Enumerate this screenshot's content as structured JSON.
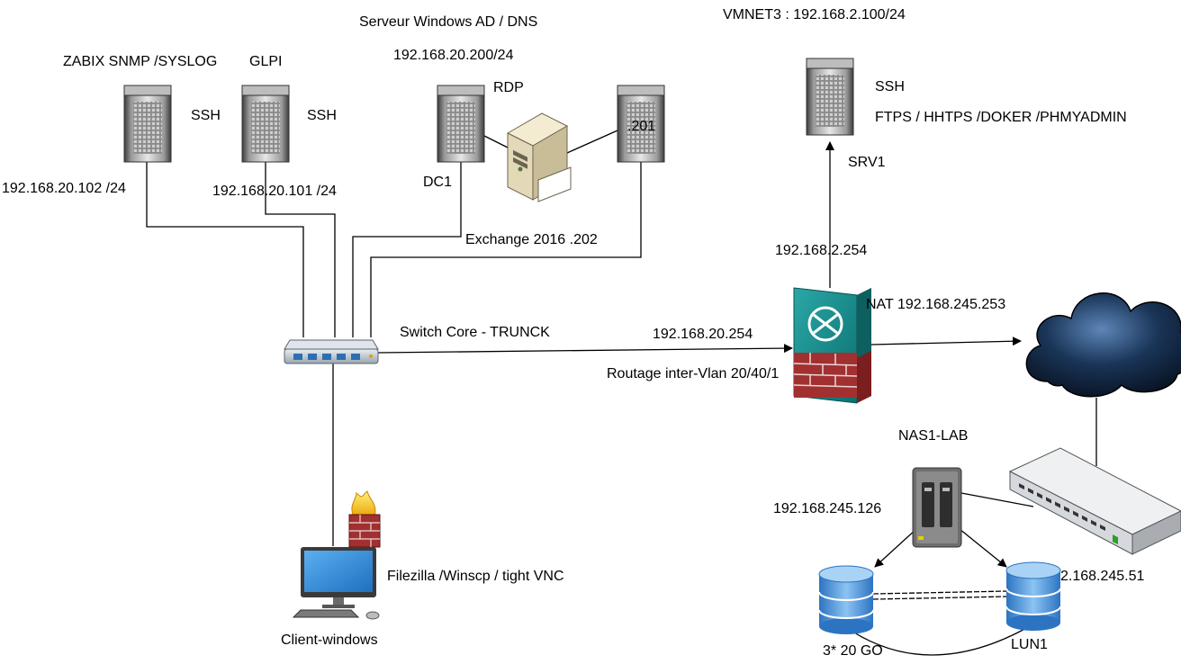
{
  "labels": {
    "zabbix_title": "ZABIX SNMP /SYSLOG",
    "glpi_title": "GLPI",
    "zabbix_ssh": "SSH",
    "glpi_ssh": "SSH",
    "zabbix_ip": "192.168.20.102 /24",
    "glpi_ip": "192.168.20.101 /24",
    "ad_title": "Serveur Windows AD / DNS",
    "ad_ip": "192.168.20.200/24",
    "rdp": "RDP",
    "dc1": "DC1",
    "srv201": ".201",
    "exchange": "Exchange 2016  .202",
    "vmnet3": "VMNET3 : 192.168.2.100/24",
    "srv1_ssh": "SSH",
    "srv1_services": "FTPS / HHTPS /DOKER /PHMYADMIN",
    "srv1": "SRV1",
    "fw_inside_ip": "192.168.2.254",
    "nat": "NAT 192.168.245.253",
    "switch_core": "Switch Core - TRUNCK",
    "gw_ip": "192.168.20.254",
    "routage": "Routage inter-Vlan 20/40/1",
    "nas_title": "NAS1-LAB",
    "nas_ip": "192.168.245.126",
    "lun_ip": "2.168.245.51",
    "disk_left": "3* 20 GO",
    "lun1": "LUN1",
    "client_apps": "Filezilla /Winscp / tight VNC",
    "client": "Client-windows"
  },
  "icons": {
    "servers": "server-tower-icon",
    "switch": "network-switch-icon",
    "firewall": "firewall-router-icon",
    "cloud": "cloud-icon",
    "rack_switch": "rack-switch-icon",
    "nas": "nas-icon",
    "database": "database-icon",
    "workstation": "workstation-icon",
    "small_firewall": "firewall-icon"
  },
  "colors": {
    "line": "#000000",
    "server_dark": "#4a4a4a",
    "server_light": "#d9d9d9",
    "firewall_teal": "#1a8a8a",
    "brick": "#9b2b2b",
    "cloud": "#0b1c33",
    "disk_blue": "#3c8dd6",
    "monitor_blue": "#2f86d6"
  }
}
